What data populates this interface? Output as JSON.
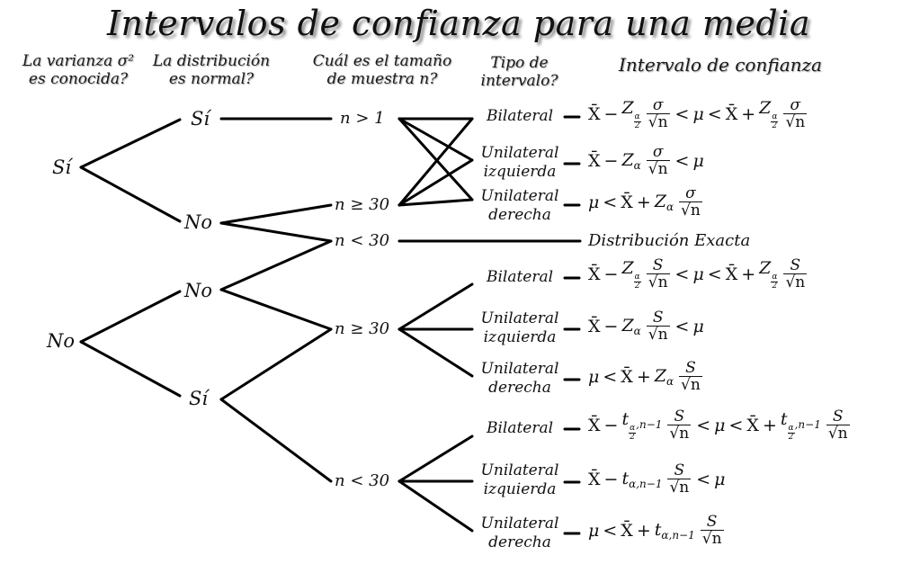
{
  "title": "Intervalos de confianza para una media",
  "headers": {
    "h1": [
      "La varianza σ²",
      "es conocida?"
    ],
    "h2": [
      "La distribución",
      "es normal?"
    ],
    "h3": [
      "Cuál es el tamaño",
      "de muestra n?"
    ],
    "h4": [
      "Tipo de",
      "intervalo?"
    ],
    "h5": "Intervalo de confianza"
  },
  "nodes": {
    "root_si": "Sí",
    "root_no": "No",
    "si_si": "Sí",
    "si_no": "No",
    "no_no": "No",
    "no_si": "Sí"
  },
  "sizes": {
    "gt1": "n > 1",
    "ge30_a": "n ≥ 30",
    "lt30_a": "n < 30",
    "ge30_b": "n ≥ 30",
    "lt30_b": "n < 30"
  },
  "types": {
    "bilateral": "Bilateral",
    "izq": [
      "Unilateral",
      "izquierda"
    ],
    "der": [
      "Unilateral",
      "derecha"
    ]
  },
  "exact": "Distribución Exacta",
  "symbols": {
    "xbar": "X̄",
    "mu": "μ",
    "sigma": "σ",
    "S": "S",
    "sqrtn": "√n",
    "Z": "Z",
    "t": "t",
    "alpha": "α",
    "two": "2",
    "nm1": "n−1",
    "lt": "<",
    "plus": "+",
    "minus": "−",
    "dash": "–"
  }
}
